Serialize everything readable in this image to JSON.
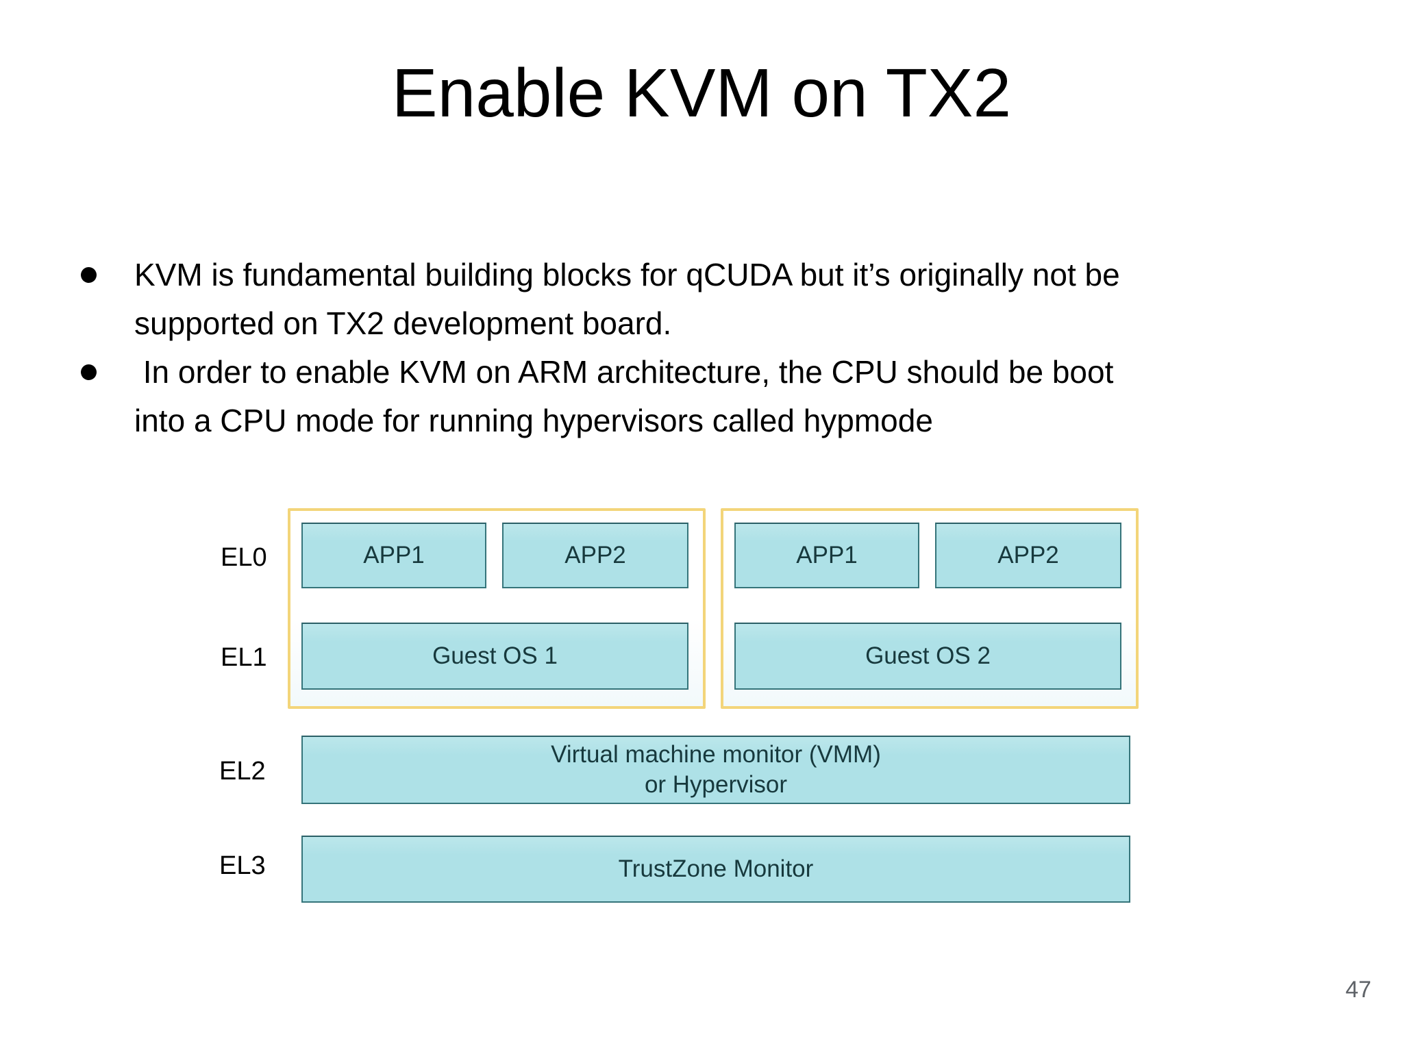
{
  "slide": {
    "title": "Enable KVM on TX2",
    "page_number": "47"
  },
  "bullets": [
    {
      "lines": [
        "KVM is fundamental building blocks for qCUDA but it’s originally not be",
        "supported on TX2 development board."
      ]
    },
    {
      "lines": [
        " In order to enable KVM on ARM architecture, the CPU should be boot",
        "into a CPU mode for running hypervisors called hypmode"
      ]
    }
  ],
  "diagram": {
    "row_labels": [
      "EL0",
      "EL1",
      "EL2",
      "EL3"
    ],
    "guests": [
      {
        "apps": [
          "APP1",
          "APP2"
        ],
        "os": "Guest OS 1"
      },
      {
        "apps": [
          "APP1",
          "APP2"
        ],
        "os": "Guest OS 2"
      }
    ],
    "el2_lines": [
      "Virtual machine monitor (VMM)",
      "or Hypervisor"
    ],
    "el3_label": "TrustZone Monitor",
    "colors": {
      "frame_border": "#f3d57a",
      "box_fill": "#aee1e7",
      "box_border": "#35747a",
      "box_text": "#17393d"
    }
  }
}
